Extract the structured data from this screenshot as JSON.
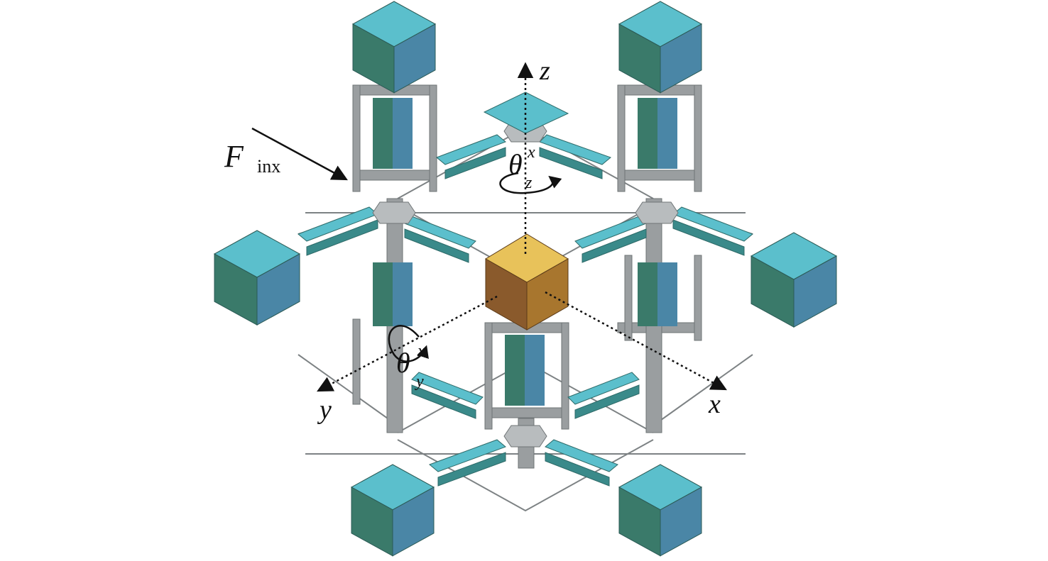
{
  "figure": {
    "labels": {
      "axis_z": "z",
      "axis_x": "x",
      "axis_y": "y",
      "force_main": "F",
      "force_sub": "inx",
      "rot_z_main": "θ",
      "rot_z_sup": "x",
      "rot_z_sub": "z",
      "rot_y_main": "θ",
      "rot_y_sup": "x",
      "rot_y_sub": "y"
    },
    "colors": {
      "cube_top": "#5bbfcc",
      "cube_left": "#3a7a6a",
      "cube_right": "#4a86a6",
      "center_top": "#e8c25a",
      "center_left": "#8a5a2c",
      "center_right": "#a8762e",
      "frame": "#9a9ea0",
      "frame_light": "#cfd3d4",
      "actuator": "#5bbfcc",
      "axis": "#111111"
    },
    "icons": {
      "force_arrow": "arrow-icon",
      "rotation_z": "curved-arrow-icon",
      "rotation_y": "curved-arrow-icon"
    }
  }
}
